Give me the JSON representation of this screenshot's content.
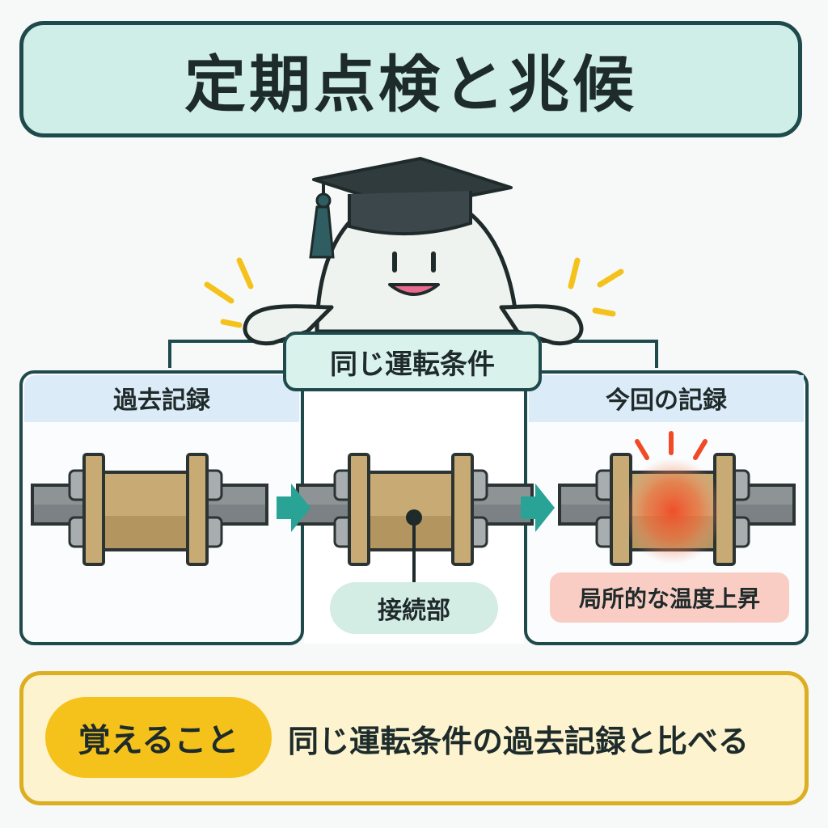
{
  "title": "定期点検と兆候",
  "center_tag": "同じ運転条件",
  "panels": {
    "left_label": "過去記録",
    "right_label": "今回の記録"
  },
  "joint_label": "接続部",
  "temp_label": "局所的な温度上昇",
  "memo": {
    "badge": "覚えること",
    "text": "同じ運転条件の過去記録と比べる"
  },
  "colors": {
    "frame": "#1f4a4c",
    "title_bg": "#cfeee8",
    "panel_header": "#dcebf8",
    "pipe": "#8e9496",
    "flange": "#c8ab74",
    "arrow": "#2aa397",
    "hot": "#f04a26",
    "memo_border": "#dcae22",
    "memo_badge": "#f5c21c"
  },
  "icons": [
    "graduation-cap-icon",
    "mascot-character",
    "spark-icon",
    "arrow-right-icon",
    "heat-glow-icon"
  ]
}
